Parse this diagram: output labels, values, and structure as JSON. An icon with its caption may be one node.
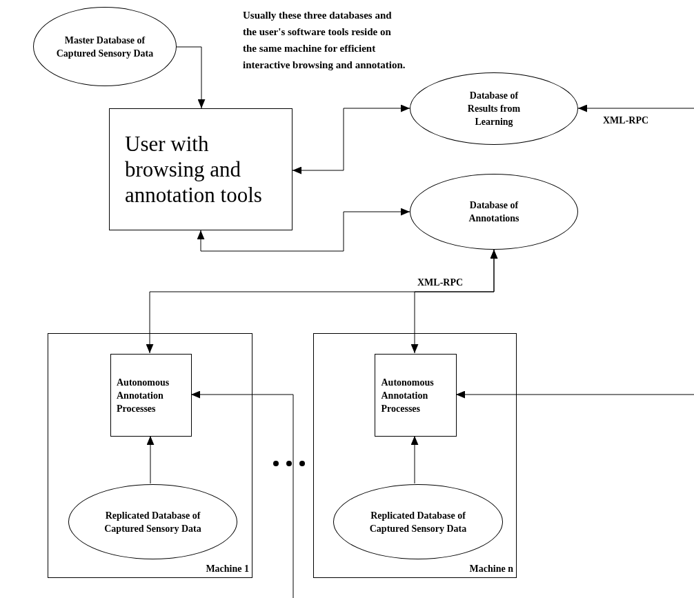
{
  "diagram": {
    "nodes": [
      {
        "text": [
          "Master Database of Captured Sensory Data"
        ]
      },
      {
        "text": [
          "User with browsing and annotation tools"
        ]
      },
      {
        "text": [
          "Database of Results from Learning"
        ]
      },
      {
        "text": [
          "Database of Annotations"
        ]
      },
      {
        "text": [
          "Machine 1"
        ]
      },
      {
        "text": [
          "Autonomous Annotation Processes"
        ],
        "in": 4
      },
      {
        "text": [
          "Replicated Database of Captured Sensory Data"
        ],
        "in": 4
      },
      {
        "text": [
          "Machine n"
        ]
      },
      {
        "text": [
          "Autonomous Annotation Processes"
        ],
        "in": 7
      },
      {
        "text": [
          "Replicated Database of Captured Sensory Data"
        ],
        "in": 7
      }
    ],
    "edges": [
      {
        "from": 0,
        "to": 1,
        "arrow": "to"
      },
      {
        "from": 1,
        "to": 2,
        "arrow": "both"
      },
      {
        "from": 1,
        "to": 3,
        "arrow": "both"
      },
      {
        "from": null,
        "to": 2,
        "arrow": "to",
        "label": "XML-RPC"
      },
      {
        "from": 3,
        "to": 5,
        "arrow": "both",
        "label": "XML-RPC"
      },
      {
        "from": 3,
        "to": 8,
        "arrow": "both"
      },
      {
        "from": 6,
        "to": 5,
        "arrow": "to"
      },
      {
        "from": 9,
        "to": 8,
        "arrow": "to"
      },
      {
        "from": null,
        "to": 5,
        "arrow": "to"
      },
      {
        "from": null,
        "to": 8,
        "arrow": "to"
      }
    ],
    "labels": [
      "Usually these three databases and the user's software tools reside on the same machine for efficient interactive browsing and annotation."
    ]
  }
}
